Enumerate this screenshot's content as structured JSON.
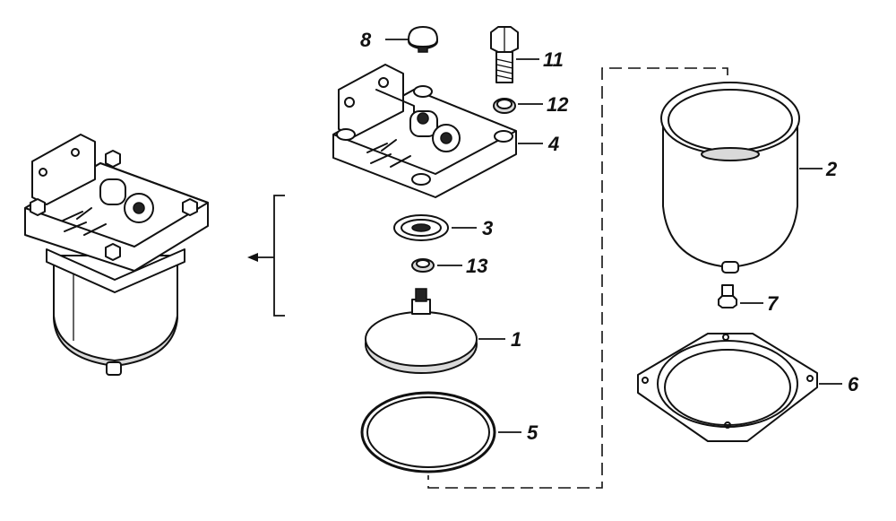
{
  "diagram": {
    "callouts": [
      {
        "id": "c1",
        "label": "1"
      },
      {
        "id": "c2",
        "label": "2"
      },
      {
        "id": "c3",
        "label": "3"
      },
      {
        "id": "c4",
        "label": "4"
      },
      {
        "id": "c5",
        "label": "5"
      },
      {
        "id": "c6",
        "label": "6"
      },
      {
        "id": "c7",
        "label": "7"
      },
      {
        "id": "c8",
        "label": "8"
      },
      {
        "id": "c11",
        "label": "11"
      },
      {
        "id": "c12",
        "label": "12"
      },
      {
        "id": "c13",
        "label": "13"
      }
    ]
  }
}
